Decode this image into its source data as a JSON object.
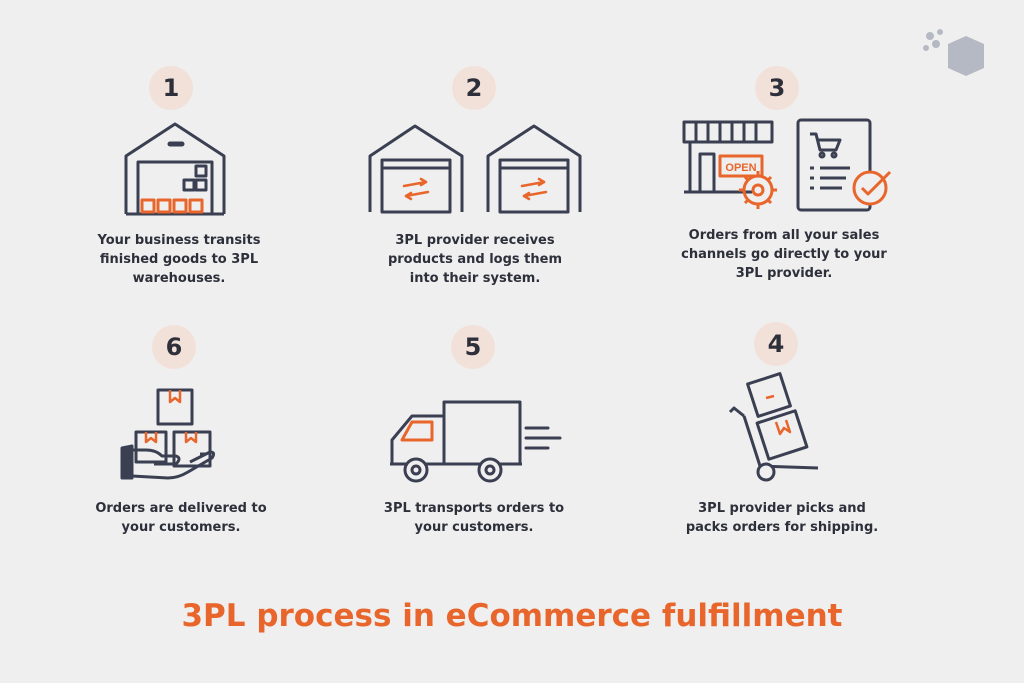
{
  "colors": {
    "background": "#efefef",
    "accent": "#e8662b",
    "ink": "#3b3f52",
    "badge": "#f2e1d8"
  },
  "title": "3PL process in eCommerce fulfillment",
  "steps": [
    {
      "number": "1",
      "icon": "warehouse-icon",
      "text": "Your business transits\nfinished goods to 3PL\nwarehouses."
    },
    {
      "number": "2",
      "icon": "warehouse-doors-icon",
      "text": "3PL provider receives\nproducts and logs them\ninto their system."
    },
    {
      "number": "3",
      "icon": "store-order-icon",
      "text": "Orders from all your sales\nchannels go directly to your\n3PL provider.",
      "sign": "OPEN"
    },
    {
      "number": "4",
      "icon": "hand-truck-icon",
      "text": "3PL provider picks and\npacks orders for shipping."
    },
    {
      "number": "5",
      "icon": "delivery-truck-icon",
      "text": "3PL transports orders to\nyour customers."
    },
    {
      "number": "6",
      "icon": "hand-boxes-icon",
      "text": "Orders are delivered to\nyour customers."
    }
  ]
}
